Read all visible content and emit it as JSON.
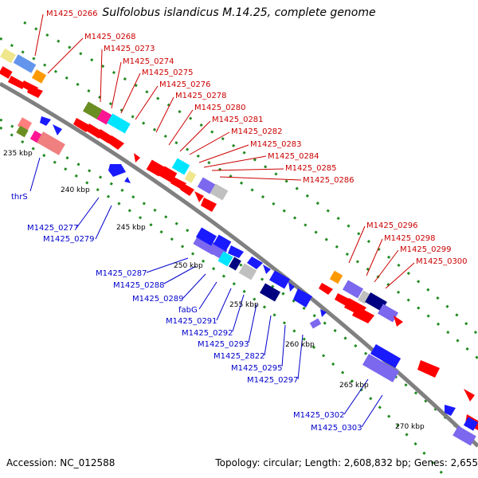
{
  "title": "Sulfolobus islandicus M.14.25, complete genome",
  "footer": {
    "accession": "Accession: NC_012588",
    "topology": "Topology: circular; Length: 2,608,832 bp; Genes: 2,655"
  },
  "colors": {
    "forward_label": "#cc0000",
    "reverse_label": "#0000cc",
    "gene_red": "#ff0000",
    "gene_blue": "#1a1aff",
    "gene_navy": "#000080",
    "gene_cyan": "#00e5ff",
    "gene_purple": "#7b68ee",
    "gene_orange": "#ff9900",
    "gene_olive": "#6b8e23",
    "gene_pink": "#ff1493",
    "gene_khaki": "#f0e68c",
    "gene_gray": "#c0c0c0",
    "gene_salmon": "#f08080",
    "backbone": "#808080",
    "tick_dots": "#228b22"
  },
  "kbp_labels": [
    "235 kbp",
    "240 kbp",
    "245 kbp",
    "250 kbp",
    "255 kbp",
    "260 kbp",
    "265 kbp",
    "270 kbp"
  ],
  "forward_labels": [
    "M1425_0266",
    "M1425_0268",
    "M1425_0273",
    "M1425_0274",
    "M1425_0275",
    "M1425_0276",
    "M1425_0278",
    "M1425_0280",
    "M1425_0281",
    "M1425_0282",
    "M1425_0283",
    "M1425_0284",
    "M1425_0285",
    "M1425_0286",
    "M1425_0296",
    "M1425_0298",
    "M1425_0299",
    "M1425_0300"
  ],
  "reverse_labels": [
    "thrS",
    "M1425_0277",
    "M1425_0279",
    "M1425_0287",
    "M1425_0288",
    "M1425_0289",
    "fabG",
    "M1425_0291",
    "M1425_0292",
    "M1425_0293",
    "M1425_2822",
    "M1425_0295",
    "M1425_0297",
    "M1425_0302",
    "M1425_0303"
  ]
}
